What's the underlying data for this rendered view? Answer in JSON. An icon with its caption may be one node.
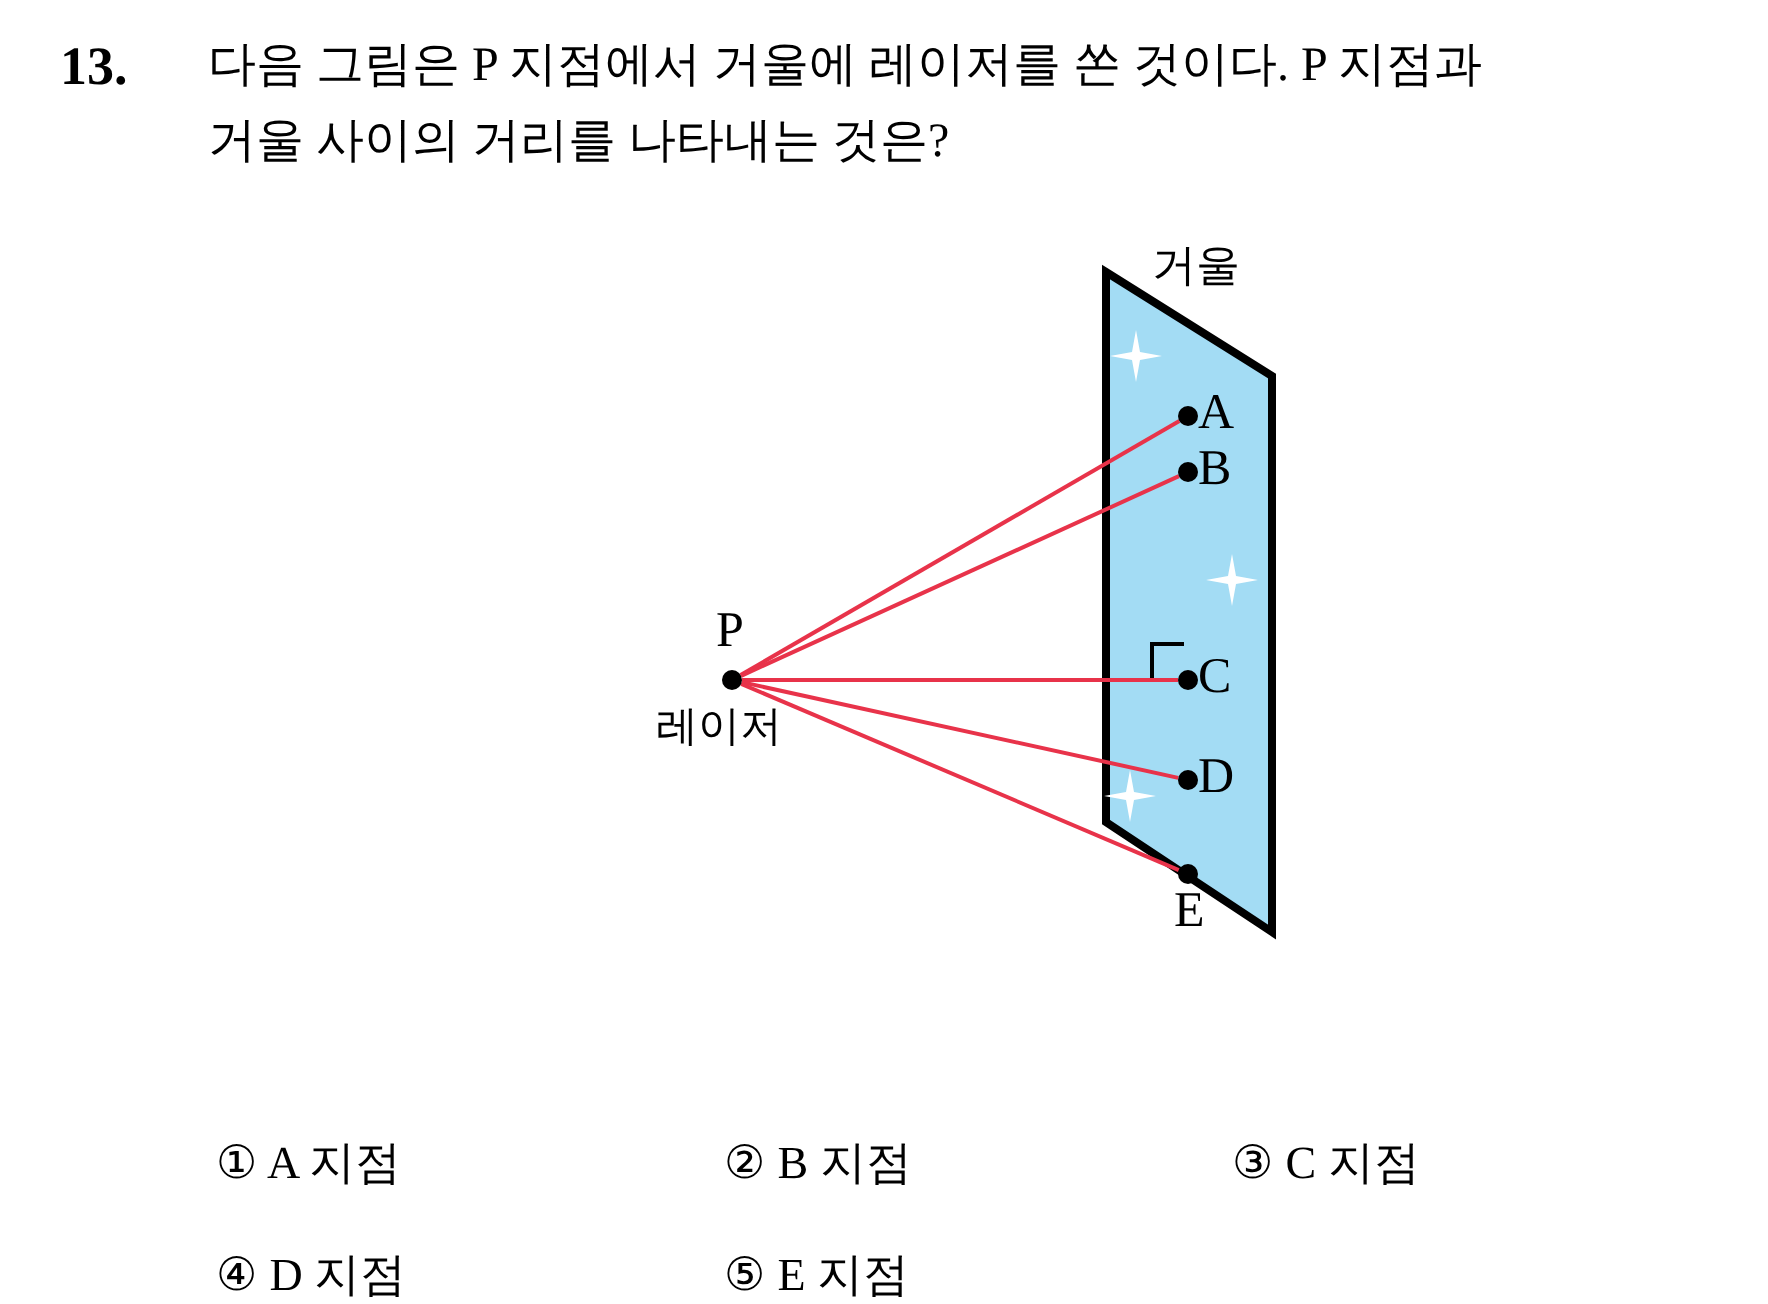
{
  "diagram": {
    "nodes": [
      {
        "text": [
          "거울"
        ]
      },
      {
        "text": [
          "P"
        ],
        "beside": [
          "레이저"
        ]
      },
      {
        "text": [
          "A"
        ],
        "in": 0
      },
      {
        "text": [
          "B"
        ],
        "in": 0
      },
      {
        "text": [
          "C"
        ],
        "in": 0
      },
      {
        "text": [
          "D"
        ],
        "in": 0
      },
      {
        "text": [
          "E"
        ],
        "in": 0
      }
    ],
    "edges": [
      {
        "from": 1,
        "to": 2,
        "arrow": "none"
      },
      {
        "from": 1,
        "to": 3,
        "arrow": "none"
      },
      {
        "from": 1,
        "to": 4,
        "arrow": "none"
      },
      {
        "from": 1,
        "to": 5,
        "arrow": "none"
      },
      {
        "from": 1,
        "to": 6,
        "arrow": "none"
      }
    ],
    "labels": [
      "13.",
      "다음 그림은 P 지점에서 거울에 레이저를 쏜 것이다. P 지점과 거울 사이의 거리를 나타내는 것은?",
      "① A 지점",
      "② B 지점",
      "③ C 지점",
      "④ D 지점",
      "⑤ E 지점"
    ]
  }
}
